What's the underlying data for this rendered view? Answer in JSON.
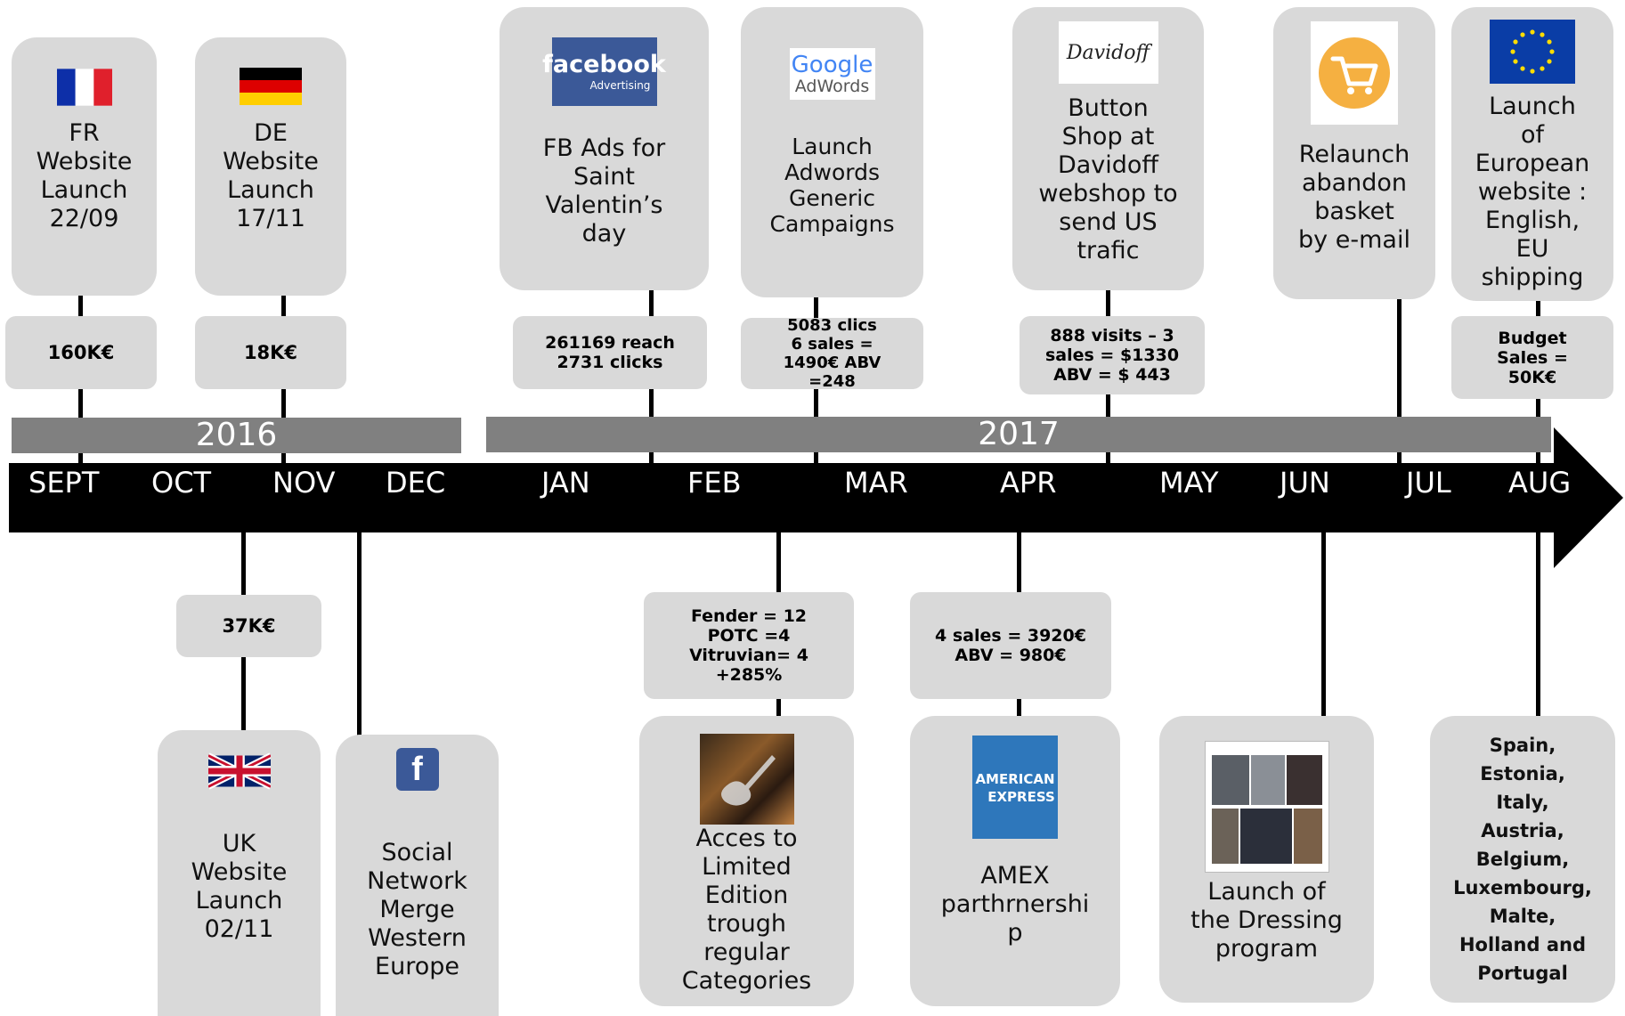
{
  "years": [
    {
      "label": "2016"
    },
    {
      "label": "2017"
    }
  ],
  "months": [
    "SEPT",
    "OCT",
    "NOV",
    "DEC",
    "JAN",
    "FEB",
    "MAR",
    "APR",
    "MAY",
    "JUN",
    "JUL",
    "AUG"
  ],
  "top_events": [
    {
      "text": "FR\nWebsite\nLaunch\n22/09",
      "icon": "france-flag-icon",
      "stat": "160K€"
    },
    {
      "text": "DE\nWebsite\nLaunch\n17/11",
      "icon": "germany-flag-icon",
      "stat": "18K€"
    },
    {
      "text": "FB Ads for\nSaint\nValentin’s\nday",
      "icon": "facebook-advertising-logo",
      "stat": "261169 reach\n2731 clicks"
    },
    {
      "text": "Launch\nAdwords\nGeneric\nCampaigns",
      "icon": "google-adwords-logo",
      "stat": "5083 clics\n6 sales =\n1490€ ABV\n=248"
    },
    {
      "text": "Button\nShop at\nDavidoff\nwebshop to\nsend US\ntrafic",
      "icon": "davidoff-logo",
      "stat": "888 visits – 3\nsales = $1330\nABV = $ 443"
    },
    {
      "text": "Relaunch\nabandon\nbasket\nby e-mail",
      "icon": "shopping-cart-icon"
    },
    {
      "text": "Launch\nof\nEuropean\nwebsite :\nEnglish,\nEU\nshipping",
      "icon": "eu-flag-icon",
      "stat": "Budget\nSales =\n50K€"
    }
  ],
  "bottom_events": [
    {
      "text": "UK\nWebsite\nLaunch\n02/11",
      "icon": "uk-flag-icon",
      "stat": "37K€"
    },
    {
      "text": "Social\nNetwork\nMerge\nWestern\nEurope",
      "icon": "facebook-icon"
    },
    {
      "text": "Acces to\nLimited\nEdition\ntrough\nregular\nCategories",
      "icon": "guitar-photo",
      "stat": "Fender = 12\nPOTC =4\nVitruvian= 4\n+285%"
    },
    {
      "text": "AMEX\nparthrnershi\np",
      "icon": "american-express-logo",
      "stat": "4 sales = 3920€\nABV = 980€"
    },
    {
      "text": "Launch of\nthe Dressing\nprogram",
      "icon": "dressing-catalog-photo"
    },
    {
      "text": "Spain,\nEstonia,\nItaly,\nAustria,\nBelgium,\nLuxembourg,\nMalte,\nHolland and\nPortugal"
    }
  ],
  "logos": {
    "facebook_word": "facebook",
    "facebook_sub": "Advertising",
    "google_word": "Google",
    "adwords_word": "AdWords",
    "davidoff_word": "Davidoff",
    "amex_line1": "AMERICAN",
    "amex_line2": "EXPRESS"
  },
  "colors": {
    "card": "#d9d9d9",
    "year_bar": "#808080",
    "axis": "#000000",
    "facebook": "#3b5998",
    "amex": "#2e77bb",
    "cart": "#f5b041"
  }
}
